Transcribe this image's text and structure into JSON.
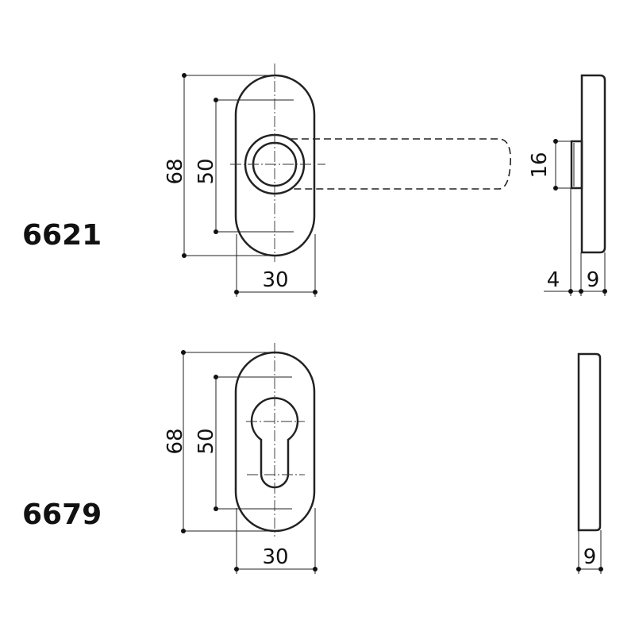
{
  "models": [
    {
      "code": "6621",
      "dims": {
        "height": "68",
        "hole_spacing": "50",
        "width": "30",
        "rose_diameter": "16",
        "rose_thickness": "4",
        "plate_thickness": "9"
      }
    },
    {
      "code": "6679",
      "dims": {
        "height": "68",
        "hole_spacing": "50",
        "width": "30",
        "plate_thickness": "9"
      }
    }
  ]
}
